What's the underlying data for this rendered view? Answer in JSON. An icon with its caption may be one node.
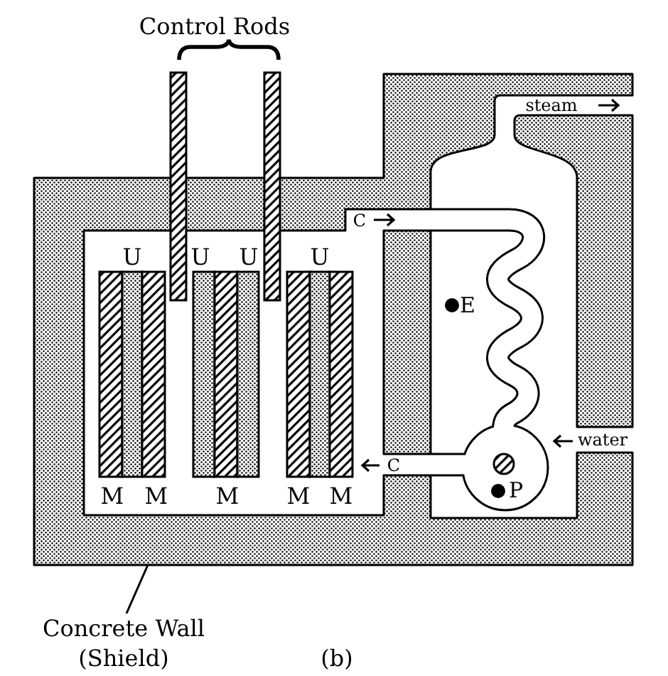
{
  "diagram": {
    "caption": "(b)",
    "nodes": [
      {
        "text": [],
        "shape": "wall"
      },
      {
        "text": [
          "Concrete Wall (Shield)"
        ]
      }
    ],
    "edges": [
      {
        "from": 1,
        "to": 0,
        "arrow": "none"
      }
    ],
    "labels": [
      "Control Rods",
      "steam",
      "C",
      "U",
      "U",
      "U",
      "U",
      "E",
      "water",
      "C",
      "M",
      "M",
      "M",
      "M",
      "M",
      "P"
    ]
  }
}
